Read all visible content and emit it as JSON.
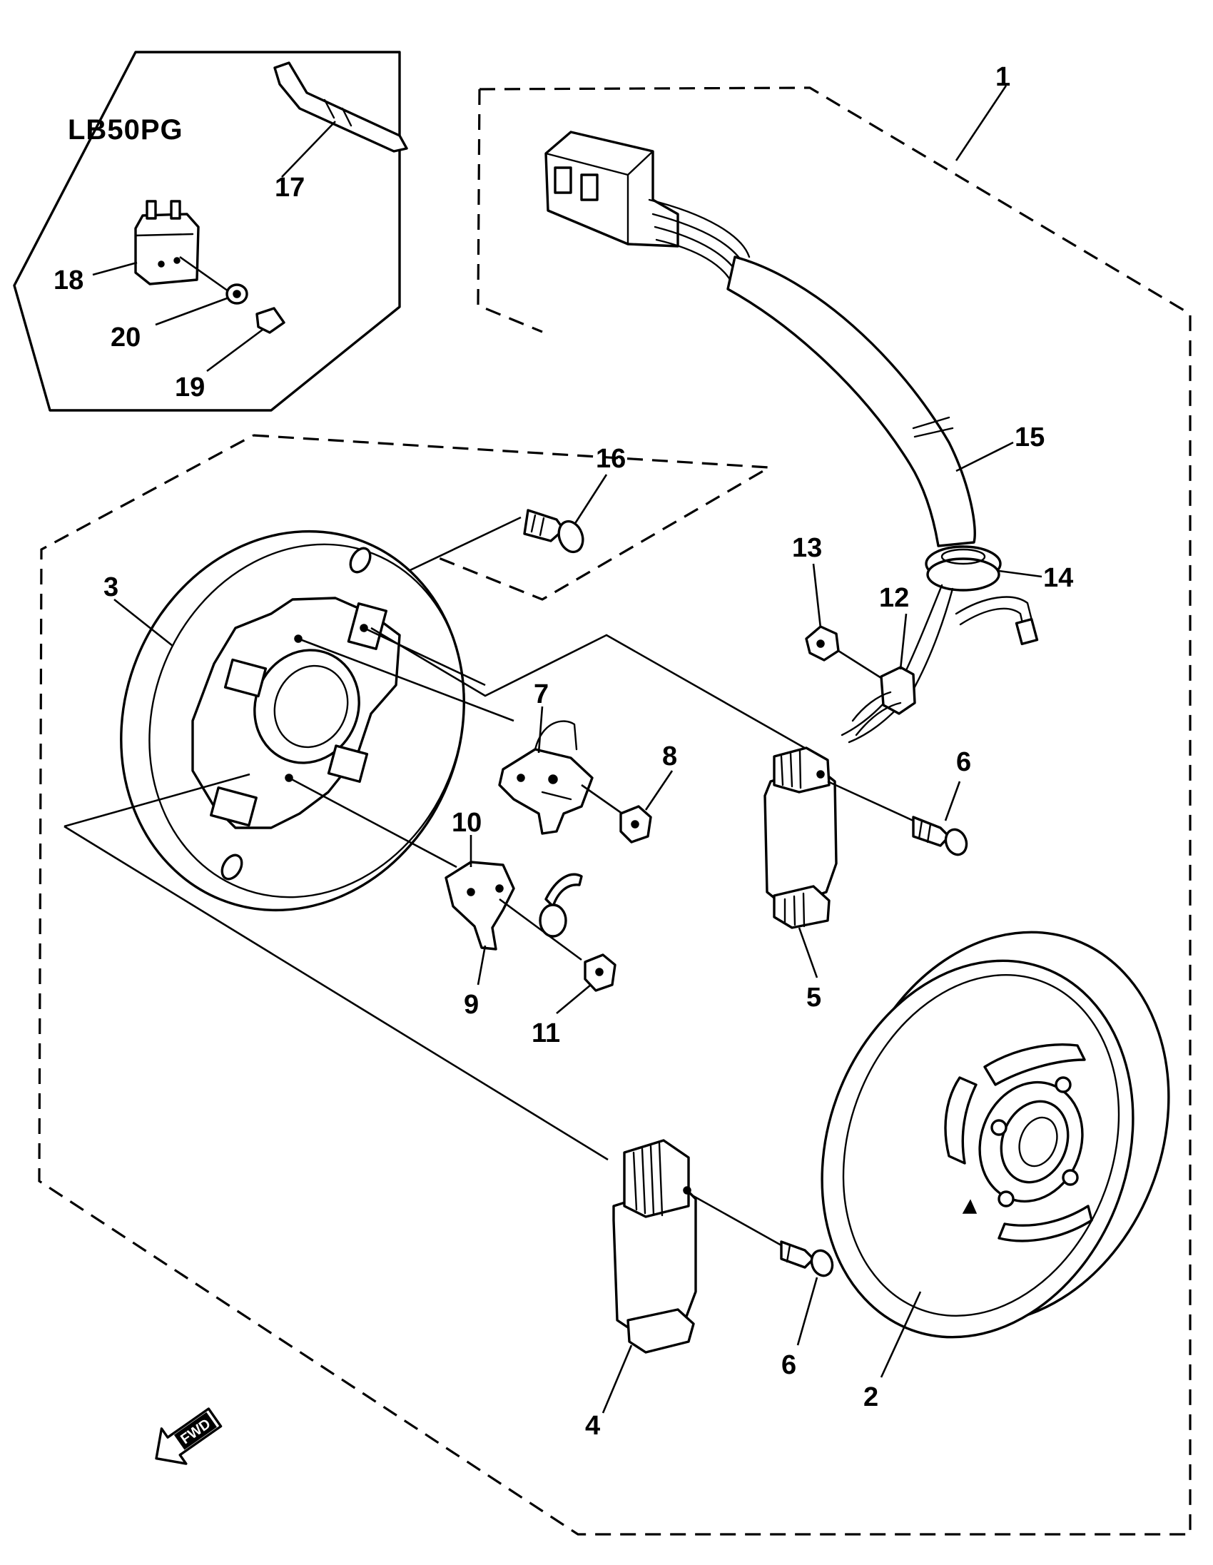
{
  "model_label": "LB50PG",
  "direction_label": "FWD",
  "callouts": {
    "p1": "1",
    "p2": "2",
    "p3": "3",
    "p4": "4",
    "p5": "5",
    "p6a": "6",
    "p6b": "6",
    "p7": "7",
    "p8": "8",
    "p9": "9",
    "p10": "10",
    "p11": "11",
    "p12": "12",
    "p13": "13",
    "p14": "14",
    "p15": "15",
    "p16": "16",
    "p17": "17",
    "p18": "18",
    "p19": "19",
    "p20": "20"
  }
}
